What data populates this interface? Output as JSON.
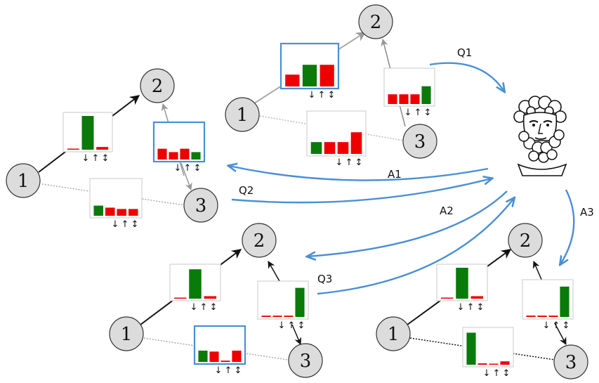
{
  "labels": {
    "q1": "Q1",
    "q2": "Q2",
    "q3": "Q3",
    "a1": "A1",
    "a2": "A2",
    "a3": "A3"
  },
  "colors": {
    "red": "#ee0000",
    "green": "#0a7a0a",
    "highlight": "#4a8fd4",
    "interaction_arrow": "#4a8fd4",
    "node_fill": "#dcdcdc"
  },
  "icons": {
    "expert": "philosopher-bust-icon",
    "arrows": "up-down-arrows-icon"
  },
  "graphs": [
    {
      "id": "graph-top",
      "nodes": [
        "1",
        "2",
        "3"
      ],
      "panels": [
        {
          "id": "edge-1-2",
          "highlighted": true,
          "bars": [
            {
              "c": "red",
              "v": 0.3
            },
            {
              "c": "green",
              "v": 0.55
            },
            {
              "c": "red",
              "v": 0.55
            }
          ],
          "arrows": [
            "↓",
            "↑",
            "↕"
          ]
        },
        {
          "id": "node-2-3",
          "highlighted": false,
          "bars": [
            {
              "c": "red",
              "v": 0.3
            },
            {
              "c": "red",
              "v": 0.3
            },
            {
              "c": "red",
              "v": 0.3
            },
            {
              "c": "green",
              "v": 0.55
            }
          ],
          "arrows": [
            "↓",
            "↑",
            "↕"
          ]
        },
        {
          "id": "edge-1-3",
          "highlighted": false,
          "bars": [
            {
              "c": "green",
              "v": 0.3
            },
            {
              "c": "red",
              "v": 0.3
            },
            {
              "c": "red",
              "v": 0.3
            },
            {
              "c": "red",
              "v": 0.55
            }
          ],
          "arrows": [
            "↓",
            "↑",
            "↕"
          ]
        }
      ]
    },
    {
      "id": "graph-left",
      "nodes": [
        "1",
        "2",
        "3"
      ],
      "panels": [
        {
          "id": "edge-1-2",
          "highlighted": false,
          "bars": [
            {
              "c": "red",
              "v": 0.02
            },
            {
              "c": "green",
              "v": 1.0
            },
            {
              "c": "red",
              "v": 0.08
            }
          ],
          "arrows": [
            "↓",
            "↑",
            "↕"
          ]
        },
        {
          "id": "node-2-3",
          "highlighted": true,
          "bars": [
            {
              "c": "red",
              "v": 0.32
            },
            {
              "c": "red",
              "v": 0.22
            },
            {
              "c": "red",
              "v": 0.32
            },
            {
              "c": "green",
              "v": 0.22
            }
          ],
          "arrows": [
            "↓",
            "↑",
            "↕"
          ]
        },
        {
          "id": "edge-1-3",
          "highlighted": false,
          "bars": [
            {
              "c": "green",
              "v": 0.3
            },
            {
              "c": "red",
              "v": 0.24
            },
            {
              "c": "red",
              "v": 0.2
            },
            {
              "c": "red",
              "v": 0.2
            }
          ],
          "arrows": [
            "↓",
            "↑",
            "↕"
          ]
        }
      ]
    },
    {
      "id": "graph-bottom-left",
      "nodes": [
        "1",
        "2",
        "3"
      ],
      "panels": [
        {
          "id": "edge-1-2",
          "highlighted": false,
          "bars": [
            {
              "c": "red",
              "v": 0.02
            },
            {
              "c": "green",
              "v": 0.95
            },
            {
              "c": "red",
              "v": 0.08
            }
          ],
          "arrows": [
            "↓",
            "↑",
            "↕"
          ]
        },
        {
          "id": "node-2-3",
          "highlighted": false,
          "bars": [
            {
              "c": "red",
              "v": 0.04
            },
            {
              "c": "red",
              "v": 0.04
            },
            {
              "c": "red",
              "v": 0.04
            },
            {
              "c": "green",
              "v": 0.9
            }
          ],
          "arrows": [
            "↓",
            "↑",
            "↕"
          ]
        },
        {
          "id": "edge-1-3",
          "highlighted": true,
          "bars": [
            {
              "c": "green",
              "v": 0.35
            },
            {
              "c": "red",
              "v": 0.32
            },
            {
              "c": "red",
              "v": 0.04
            },
            {
              "c": "red",
              "v": 0.35
            }
          ],
          "arrows": [
            "↓",
            "↑",
            "↕"
          ]
        }
      ]
    },
    {
      "id": "graph-bottom-right",
      "nodes": [
        "1",
        "2",
        "3"
      ],
      "panels": [
        {
          "id": "edge-1-2",
          "highlighted": false,
          "bars": [
            {
              "c": "red",
              "v": 0.02
            },
            {
              "c": "green",
              "v": 1.0
            },
            {
              "c": "red",
              "v": 0.08
            }
          ],
          "arrows": [
            "↓",
            "↑",
            "↕"
          ]
        },
        {
          "id": "node-2-3",
          "highlighted": false,
          "bars": [
            {
              "c": "red",
              "v": 0.04
            },
            {
              "c": "red",
              "v": 0.04
            },
            {
              "c": "red",
              "v": 0.04
            },
            {
              "c": "green",
              "v": 0.9
            }
          ],
          "arrows": [
            "↓",
            "↑",
            "↕"
          ]
        },
        {
          "id": "edge-1-3",
          "highlighted": false,
          "bars": [
            {
              "c": "green",
              "v": 0.95
            },
            {
              "c": "red",
              "v": 0.04
            },
            {
              "c": "red",
              "v": 0.02
            },
            {
              "c": "red",
              "v": 0.1
            }
          ],
          "arrows": [
            "↓",
            "↑",
            "↕"
          ]
        }
      ]
    }
  ]
}
